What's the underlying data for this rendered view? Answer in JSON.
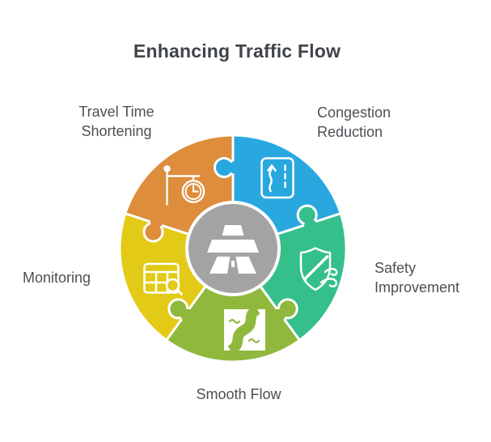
{
  "title": "Enhancing Traffic Flow",
  "colors": {
    "orange": "#DD8D3B",
    "blue": "#29A8E0",
    "teal": "#34BF8B",
    "lime": "#8FB83D",
    "yellow": "#E3CA16",
    "gray": "#A3A3A4",
    "white": "#FFFFFF",
    "title_text": "#404449",
    "label_text": "#4C4F54"
  },
  "segments": [
    {
      "label": "Congestion Reduction",
      "color": "#29A8E0",
      "color_key": "blue",
      "icon": "lane-change-icon",
      "position": "top-right"
    },
    {
      "label": "Safety Improvement",
      "color": "#34BF8B",
      "color_key": "teal",
      "icon": "shield-wind-icon",
      "position": "right"
    },
    {
      "label": "Smooth Flow",
      "color": "#8FB83D",
      "color_key": "lime",
      "icon": "winding-road-icon",
      "position": "bottom"
    },
    {
      "label": "Monitoring",
      "color": "#E3CA16",
      "color_key": "yellow",
      "icon": "table-search-icon",
      "position": "left"
    },
    {
      "label": "Travel Time Shortening",
      "color": "#DD8D3B",
      "color_key": "orange",
      "icon": "hanging-clock-icon",
      "position": "top-left"
    }
  ],
  "labels": {
    "travel_time": "Travel Time\nShortening",
    "congestion": "Congestion\nReduction",
    "safety": "Safety\nImprovement",
    "monitoring": "Monitoring",
    "smooth_flow": "Smooth Flow"
  },
  "center": {
    "icon": "motorway-icon",
    "color": "#A3A3A4"
  }
}
